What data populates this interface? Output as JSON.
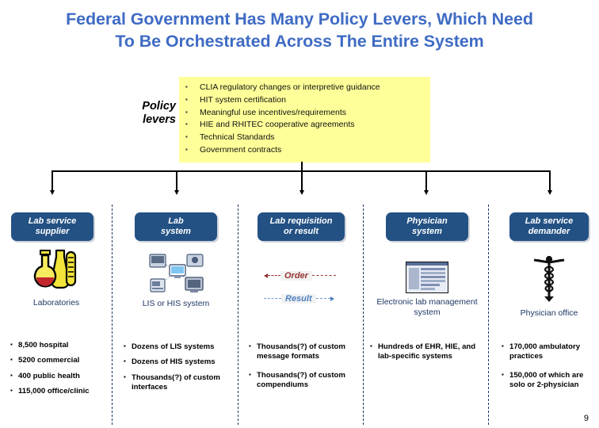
{
  "slide": {
    "title": "Federal Government Has Many Policy Levers, Which Need To Be Orchestrated Across The Entire System",
    "title_line1": "Federal Government Has Many Policy Levers, Which Need",
    "title_line2": "To Be Orchestrated Across The Entire System",
    "page_number": "9",
    "title_color": "#3F6BC4",
    "pill_color": "#235184",
    "highlight_color": "#FFFF99"
  },
  "policy": {
    "label_line1": "Policy",
    "label_line2": "levers",
    "items": [
      "CLIA regulatory changes or interpretive guidance",
      "HIT system certification",
      "Meaningful use incentives/requirements",
      "HIE and RHITEC cooperative agreements",
      "Technical Standards",
      "Government contracts"
    ]
  },
  "columns": [
    {
      "header_line1": "Lab service",
      "header_line2": "supplier",
      "icon": "lab-flask-icon",
      "icon_caption": "Laboratories",
      "bullets": [
        "8,500 hospital",
        "5200 commercial",
        "400 public health",
        "115,000 office/clinic"
      ]
    },
    {
      "header_line1": "Lab",
      "header_line2": "system",
      "icon": "computer-network-icon",
      "icon_caption": "LIS or HIS system",
      "bullets": [
        "Dozens of LIS systems",
        "Dozens of HIS systems",
        "Thousands(?) of custom interfaces"
      ]
    },
    {
      "header_line1": "Lab requisition",
      "header_line2": "or result",
      "icon": "order-result-flow-icon",
      "icon_caption": "",
      "flow": {
        "order_label": "Order",
        "result_label": "Result"
      },
      "bullets": [
        "Thousands(?) of custom message formats",
        "Thousands(?) of custom compendiums"
      ]
    },
    {
      "header_line1": "Physician",
      "header_line2": "system",
      "icon": "application-screen-icon",
      "icon_caption": "Electronic lab management system",
      "bullets": [
        "Hundreds of EHR, HIE, and lab-specific systems"
      ]
    },
    {
      "header_line1": "Lab service",
      "header_line2": "demander",
      "icon": "caduceus-icon",
      "icon_caption": "Physician office",
      "bullets": [
        "170,000 ambulatory practices",
        "150,000 of which are solo or 2-physician"
      ]
    }
  ]
}
